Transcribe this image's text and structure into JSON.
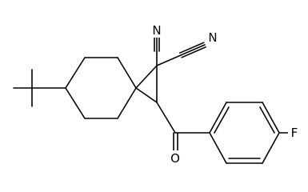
{
  "molecule": {
    "atoms": {
      "nitrile_n1": "N",
      "nitrile_n2": "N",
      "carbonyl_o": "O",
      "fluorine": "F"
    }
  },
  "colors": {
    "bond": "#000000",
    "label": "#000000",
    "background": "#ffffff"
  }
}
